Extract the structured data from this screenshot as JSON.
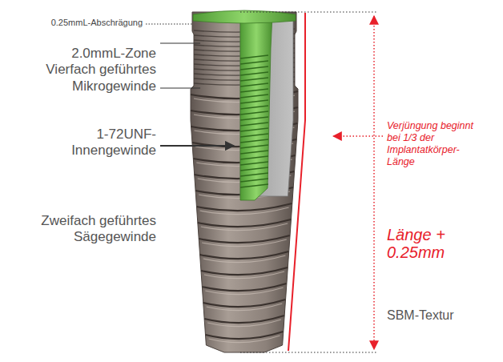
{
  "diagram": {
    "labels": [
      "0.25mmL-Abschrägung",
      "2.0mmL-Zone Vierfach geführtes Mikrogewinde",
      "1-72UNF- Innengewinde",
      "Zweifach geführtes Sägegewinde",
      "Verjüngung beginnt bei 1/3 der Implantatkörper- Länge",
      "Länge + 0.25mm",
      "SBM-Textur"
    ]
  }
}
